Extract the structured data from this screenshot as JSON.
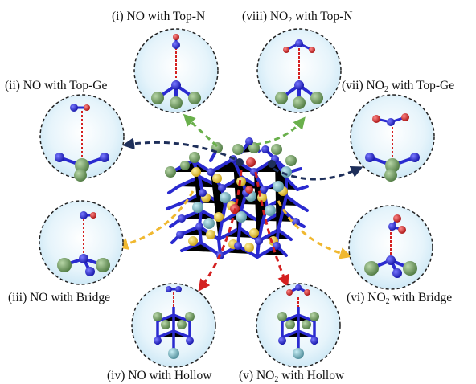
{
  "figure": {
    "labels": [
      {
        "id": "i",
        "prefix": "(i) NO with Top-N"
      },
      {
        "id": "viii",
        "prefix": "(viii) NO",
        "sub": "2",
        "suffix": " with Top-N"
      },
      {
        "id": "ii",
        "prefix": "(ii) NO with Top-Ge"
      },
      {
        "id": "vii",
        "prefix": "(vii) NO",
        "sub": "2",
        "suffix": " with Top-Ge"
      },
      {
        "id": "iii",
        "prefix": "(iii) NO with Bridge"
      },
      {
        "id": "vi",
        "prefix": "(vi) NO",
        "sub": "2",
        "suffix": " with Bridge"
      },
      {
        "id": "iv",
        "prefix": "(iv) NO with Hollow"
      },
      {
        "id": "v",
        "prefix": "(v) NO",
        "sub": "2",
        "suffix": " with Hollow"
      }
    ]
  },
  "colors": {
    "nitrogen": "#2a2ad0",
    "germanium": "#7aa86a",
    "oxygen": "#d42020",
    "cyan_atom": "#7fb8c4",
    "yellow_atom": "#e8c436",
    "arrow_green": "#6ab04c",
    "arrow_navy": "#1e2f5a",
    "arrow_red": "#d42020",
    "arrow_yellow": "#f0b830"
  }
}
